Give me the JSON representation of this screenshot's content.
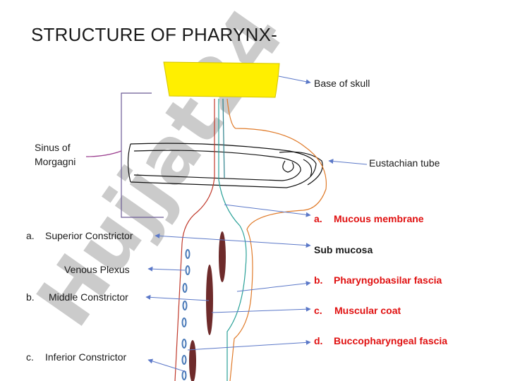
{
  "title": "STRUCTURE OF PHARYNX-",
  "watermark": "Hujjat24",
  "labels": {
    "base_of_skull": "Base of skull",
    "sinus_line1": "Sinus of",
    "sinus_line2": "Morgagni",
    "eustachian_tube": "Eustachian tube",
    "venous_plexus": "Venous Plexus"
  },
  "constrictors": [
    {
      "marker": "a.",
      "text": "Superior Constrictor"
    },
    {
      "marker": "b.",
      "text": "Middle Constrictor"
    },
    {
      "marker": "c.",
      "text": "Inferior Constrictor"
    }
  ],
  "layers": [
    {
      "marker": "a.",
      "text": "Mucous membrane",
      "highlight": true
    },
    {
      "marker": "",
      "text": "Sub mucosa",
      "highlight": false
    },
    {
      "marker": "b.",
      "text": "Pharyngobasilar fascia",
      "highlight": true
    },
    {
      "marker": "c.",
      "text": "Muscular coat",
      "highlight": true
    },
    {
      "marker": "d.",
      "text": "Buccopharyngeal fascia",
      "highlight": true
    }
  ],
  "colors": {
    "skull_base": "#ffef00",
    "highlight_text": "#e01010",
    "leader_line": "#5b78c8",
    "muscle": "#6e2b2b",
    "watermark_gray": "#c9c9c9",
    "watermark_violet": "#d7c6ee",
    "red_layer": "#c0392b",
    "teal_layer": "#2aa198",
    "orange_layer": "#e07b2a"
  }
}
